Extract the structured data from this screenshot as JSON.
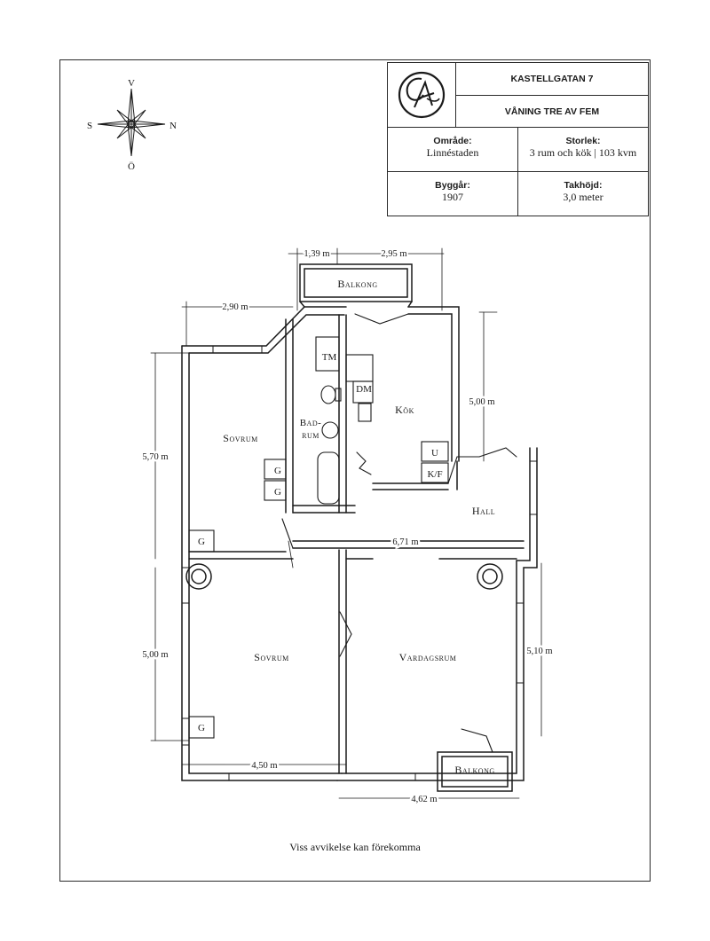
{
  "header": {
    "address": "KASTELLGATAN 7",
    "floor": "VÅNING TRE AV FEM",
    "area_label": "Område:",
    "area_value": "Linnéstaden",
    "size_label": "Storlek:",
    "size_value": "3 rum och kök | 103 kvm",
    "built_label": "Byggår:",
    "built_value": "1907",
    "ceiling_label": "Takhöjd:",
    "ceiling_value": "3,0 meter"
  },
  "compass": {
    "north": "N",
    "south": "S",
    "east": "Ö",
    "west": "V"
  },
  "rooms": {
    "balcony_top": "Balkong",
    "bedroom_top": "Sovrum",
    "bathroom_line1": "Bad-",
    "bathroom_line2": "rum",
    "kitchen": "Kök",
    "hall": "Hall",
    "bedroom_bottom": "Sovrum",
    "living_room": "Vardagsrum",
    "balcony_bottom": "Balkong"
  },
  "fixtures": {
    "tm": "TM",
    "dm": "DM",
    "u": "U",
    "kf": "K/F",
    "g": "G"
  },
  "dimensions": {
    "d_139": "1,39 m",
    "d_295": "2,95 m",
    "d_290": "2,90 m",
    "d_570": "5,70 m",
    "d_500_kitchen": "5,00 m",
    "d_671": "6,71 m",
    "d_500_left": "5,00 m",
    "d_510": "5,10 m",
    "d_450": "4,50 m",
    "d_462": "4,62 m"
  },
  "footer": {
    "note": "Viss avvikelse kan förekomma"
  },
  "colors": {
    "ink": "#1a1a1a",
    "paper": "#ffffff"
  }
}
